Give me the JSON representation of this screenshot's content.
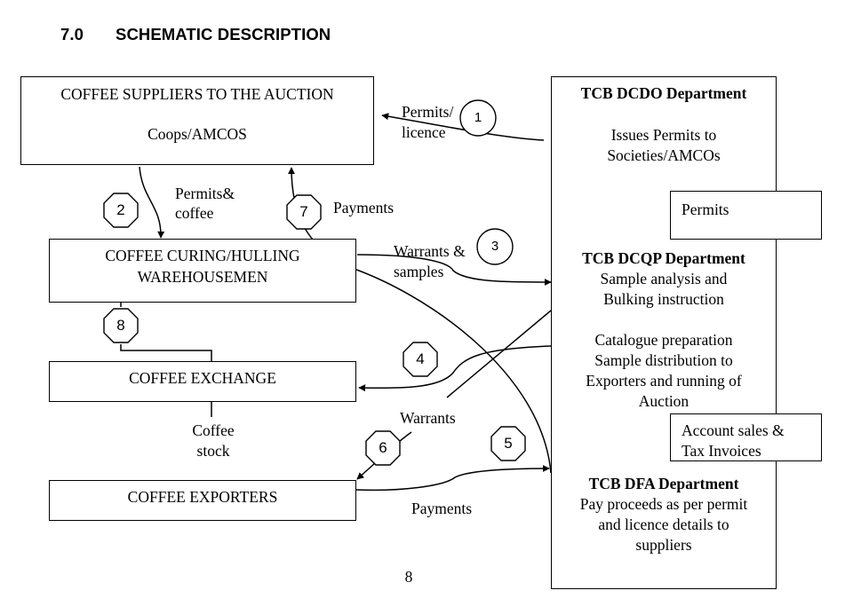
{
  "heading": {
    "number": "7.0",
    "title": "SCHEMATIC DESCRIPTION"
  },
  "page_number": "8",
  "boxes": {
    "suppliers": {
      "line1": "COFFEE SUPPLIERS TO THE AUCTION",
      "line2": "Coops/AMCOS"
    },
    "curing": {
      "line1": "COFFEE CURING/HULLING",
      "line2": "WAREHOUSEMEN"
    },
    "exchange": {
      "line1": "COFFEE EXCHANGE"
    },
    "exporters": {
      "line1": "COFFEE EXPORTERS"
    },
    "tcb": {
      "dcdo_title": "TCB DCDO Department",
      "dcdo_line1": "Issues Permits to",
      "dcdo_line2": "Societies/AMCOs",
      "dcqp_title": "TCB DCQP Department",
      "dcqp_line1": "Sample analysis and",
      "dcqp_line2": "Bulking instruction",
      "catalogue_line1": "Catalogue preparation",
      "catalogue_line2": "Sample distribution to",
      "catalogue_line3": "Exporters and running of",
      "catalogue_line4": "Auction",
      "dfa_title": "TCB DFA Department",
      "dfa_line1": "Pay proceeds as per permit",
      "dfa_line2": "and licence details to",
      "dfa_line3": "suppliers"
    },
    "permits_note": "Permits",
    "account_note": {
      "line1": "Account sales &",
      "line2": "Tax Invoices"
    }
  },
  "labels": {
    "permits_licence_1": "Permits/",
    "permits_licence_2": "licence",
    "permits_coffee_1": "Permits&",
    "permits_coffee_2": "coffee",
    "payments_top": "Payments",
    "warrants_samples_1": "Warrants &",
    "warrants_samples_2": "samples",
    "warrants": "Warrants",
    "coffee_stock_1": "Coffee",
    "coffee_stock_2": "stock",
    "payments_bottom": "Payments"
  },
  "steps": {
    "s1": "1",
    "s2": "2",
    "s3": "3",
    "s4": "4",
    "s5": "5",
    "s6": "6",
    "s7": "7",
    "s8": "8"
  }
}
